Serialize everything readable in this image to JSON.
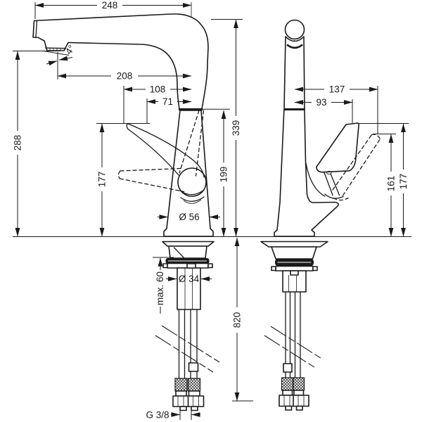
{
  "colors": {
    "background": "#ffffff",
    "line": "#1a1a1a"
  },
  "dimensions": {
    "side": {
      "spout_reach": "248",
      "aerator_reach": "208",
      "handle_tip_reach": "108",
      "handle_offset": "71",
      "spout_angle": "4°",
      "outlet_height": "288",
      "handle_height": "177",
      "base_diameter": "Ø 56",
      "max_counter_thickness": "max. 60",
      "shank_diameter": "Ø 34",
      "hose_length": "820",
      "thread_size": "G 3/8"
    },
    "front": {
      "total_height": "339",
      "body_height": "199",
      "handle_swing_reach": "137",
      "handle_reach": "93",
      "handle_rotated_height": "161",
      "handle_height": "177"
    }
  }
}
